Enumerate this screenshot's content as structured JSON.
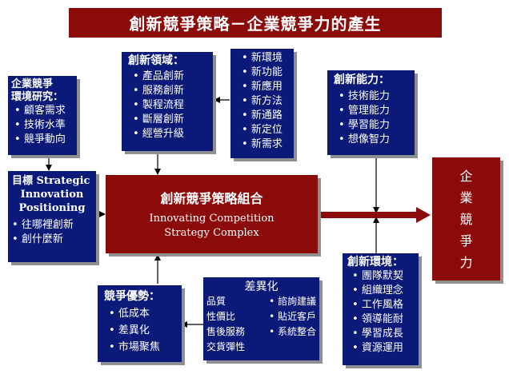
{
  "title": "創新競爭策略－企業競爭力的產生",
  "env_research": {
    "heading": "企業競爭\n環境研究：",
    "items": [
      "顧客需求",
      "技術水準",
      "競爭動向"
    ]
  },
  "domains": {
    "heading": "創新領域：",
    "items": [
      "產品創新",
      "服務創新",
      "製程流程",
      "斷層創新",
      "經營升級"
    ]
  },
  "new_items": {
    "items": [
      "新環境",
      "新功能",
      "新應用",
      "新方法",
      "新通路",
      "新定位",
      "新需求"
    ]
  },
  "capability": {
    "heading": "創新能力：",
    "items": [
      "技術能力",
      "管理能力",
      "學習能力",
      "想像智力"
    ]
  },
  "goal": {
    "heading_cn": "目標",
    "heading_en1": "Strategic",
    "heading_en2": "Innovation",
    "heading_en3": "Positioning",
    "items": [
      "往哪裡創新",
      "創什麼新"
    ]
  },
  "combo": {
    "title_cn": "創新競爭策略組合",
    "title_en1": "Innovating Competition",
    "title_en2": "Strategy Complex"
  },
  "competitiveness": {
    "chars": [
      "企",
      "業",
      "競",
      "爭",
      "力"
    ]
  },
  "advantage": {
    "heading": "競爭優勢：",
    "items": [
      "低成本",
      "差異化",
      "市場聚焦"
    ]
  },
  "differentiation": {
    "heading": "差異化",
    "col1": [
      "品質",
      "性價比",
      "售後服務",
      "交貨彈性"
    ],
    "col2": [
      "諮詢建議",
      "貼近客戶",
      "系統整合"
    ]
  },
  "environment": {
    "heading": "創新環境：",
    "items": [
      "團隊默契",
      "組織理念",
      "工作風格",
      "領導能耐",
      "學習成長",
      "資源運用"
    ]
  },
  "colors": {
    "navy": "#0b1a78",
    "maroon": "#8b0a0a",
    "shadow": "#8f8f8f"
  }
}
